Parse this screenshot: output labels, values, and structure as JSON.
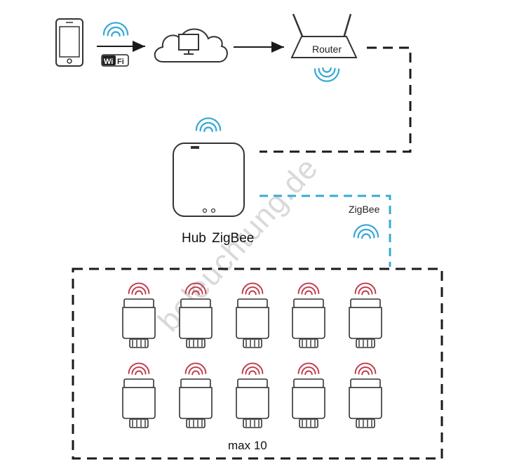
{
  "diagram": {
    "wifi_badge": {
      "wi": "Wi",
      "fi": "Fi"
    },
    "router_label": "Router",
    "hub_label_part1": "Hub",
    "hub_label_part2": "ZigBee",
    "zigbee_label": "ZigBee",
    "group_label": "max 10",
    "watermark": "beleuchtung.de",
    "thermostat_rows": 2,
    "thermostats_per_row": 5,
    "colors": {
      "line": "#1a1a1a",
      "wifi_signal": "#3aa9d6",
      "zigbee_signal": "#3aa9d6",
      "thermostat_signal": "#c0394b",
      "device_outline": "#333333"
    }
  }
}
